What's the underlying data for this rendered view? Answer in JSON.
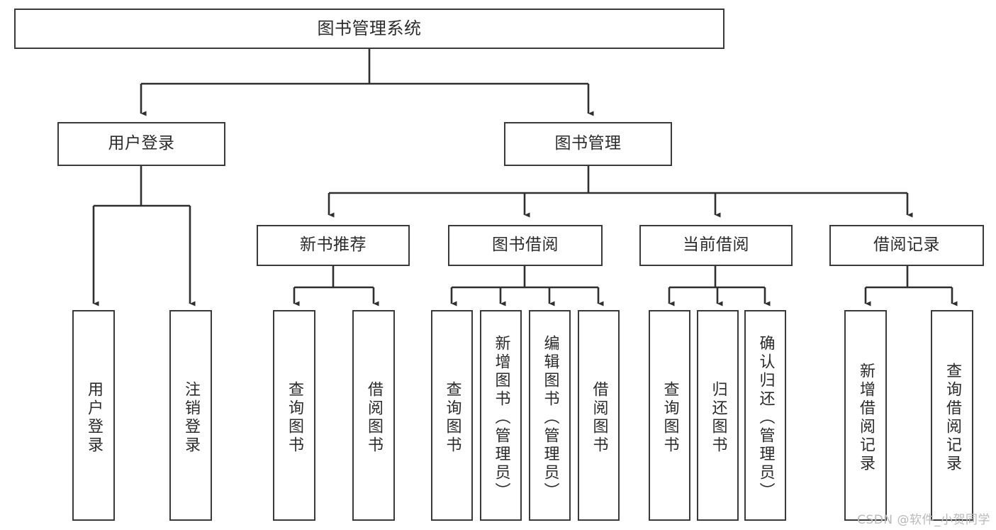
{
  "diagram": {
    "type": "tree-hierarchy-chart",
    "title": "图书管理系统",
    "stroke_color": "#3a3a3a",
    "text_color": "#2b2b2b",
    "background": "#ffffff",
    "root": {
      "label": "图书管理系统"
    },
    "level1": [
      {
        "label": "用户登录"
      },
      {
        "label": "图书管理"
      }
    ],
    "level2": [
      {
        "label": "新书推荐"
      },
      {
        "label": "图书借阅"
      },
      {
        "label": "当前借阅"
      },
      {
        "label": "借阅记录"
      }
    ],
    "leaves": {
      "user_login": [
        {
          "label": "用户登录"
        },
        {
          "label": "注销登录"
        }
      ],
      "new_book_recommend": [
        {
          "label": "查询图书"
        },
        {
          "label": "借阅图书"
        }
      ],
      "book_borrow": [
        {
          "label": "查询图书"
        },
        {
          "label": "新增图书（管理员）"
        },
        {
          "label": "编辑图书（管理员）"
        },
        {
          "label": "借阅图书"
        }
      ],
      "current_borrow": [
        {
          "label": "查询图书"
        },
        {
          "label": "归还图书"
        },
        {
          "label": "确认归还（管理员）"
        }
      ],
      "borrow_record": [
        {
          "label": "新增借阅记录"
        },
        {
          "label": "查询借阅记录"
        }
      ]
    }
  },
  "watermark": {
    "text": "CSDN @软件_小贺同学"
  }
}
